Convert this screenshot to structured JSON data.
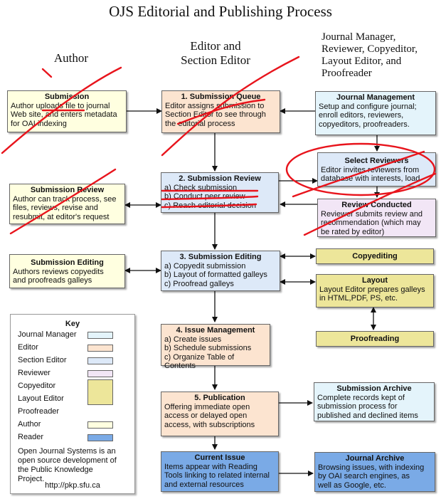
{
  "title": "OJS Editorial and Publishing Process",
  "columns": {
    "author": "Author",
    "editor": [
      "Editor and",
      "Section Editor"
    ],
    "jm": [
      "Journal Manager,",
      "Reviewer, Copyeditor,",
      "Layout Editor, and",
      "Proofreader"
    ]
  },
  "boxes": {
    "submission": {
      "title": "Submission",
      "lines": [
        "Author uploads file to journal",
        "Web site, and enters metadata",
        "for OAI indexing"
      ]
    },
    "submission_queue": {
      "title": "1. Submission Queue",
      "lines": [
        "Editor assigns submission to",
        "Section Editor to see through",
        "the editorial process"
      ]
    },
    "journal_management": {
      "title": "Journal Management",
      "lines": [
        "Setup and configure journal;",
        "enroll editors, reviewers,",
        "copyeditors, proofreaders."
      ]
    },
    "select_reviewers": {
      "title": "Select Reviewers",
      "lines": [
        "Editor invites reviewers from",
        "database with interests, load"
      ]
    },
    "submission_review": {
      "title": "2. Submission Review",
      "lines": [
        "a) Check submission",
        "b) Conduct peer review",
        "c) Reach editorial decision"
      ]
    },
    "author_review": {
      "title": "Submission Review",
      "lines": [
        "Author can track process, see",
        "files, reviews, revise and",
        "resubmit, at editor's request"
      ]
    },
    "review_conducted": {
      "title": "Review Conducted",
      "lines": [
        "Reviewer submits review and",
        "recommendation (which may",
        "be rated by editor)"
      ]
    },
    "author_editing": {
      "title": "Submission Editing",
      "lines": [
        "Authors reviews copyedits",
        "and proofreads galleys"
      ]
    },
    "submission_editing": {
      "title": "3. Submission Editing",
      "lines": [
        "a) Copyedit submission",
        "b) Layout of formatted galleys",
        "c) Proofread galleys"
      ]
    },
    "copyediting": {
      "title": "Copyediting"
    },
    "layout": {
      "title": "Layout",
      "lines": [
        "Layout Editor prepares galleys",
        "in HTML,PDF, PS, etc."
      ]
    },
    "proofreading": {
      "title": "Proofreading"
    },
    "issue_management": {
      "title": "4. Issue Management",
      "lines": [
        "a) Create issues",
        "b) Schedule submissions",
        "c) Organize Table of Contents"
      ]
    },
    "publication": {
      "title": "5. Publication",
      "lines": [
        "Offering immediate open",
        "access or delayed open",
        "access, with subscriptions"
      ]
    },
    "submission_archive": {
      "title": "Submission Archive",
      "lines": [
        "Complete records kept of",
        "submission process for",
        "published and declined items"
      ]
    },
    "current_issue": {
      "title": "Current Issue",
      "lines": [
        "Items appear with Reading",
        "Tools linking to related internal",
        "and external resources"
      ]
    },
    "journal_archive": {
      "title": "Journal Archive",
      "lines": [
        "Browsing issues, with indexing",
        "by OAI search engines, as",
        "well as Google, etc."
      ]
    }
  },
  "key": {
    "title": "Key",
    "items": [
      "Journal Manager",
      "Editor",
      "Section Editor",
      "Reviewer",
      "Copyeditor",
      "Layout Editor",
      "Proofreader",
      "Author",
      "Reader"
    ],
    "note": [
      "Open Journal Systems is an",
      "open source development of",
      "the Public Knowledge",
      "Project."
    ],
    "url": "http://pkp.sfu.ca"
  },
  "colors": {
    "journal_manager": "#e4f4fb",
    "editor": "#fce4d0",
    "section_editor": "#dde9f8",
    "reviewer": "#f2e6f6",
    "copy_layout_proof": "#ede69a",
    "author": "#ffffe0",
    "reader": "#7aaae6",
    "annotation": "#e8141c"
  }
}
